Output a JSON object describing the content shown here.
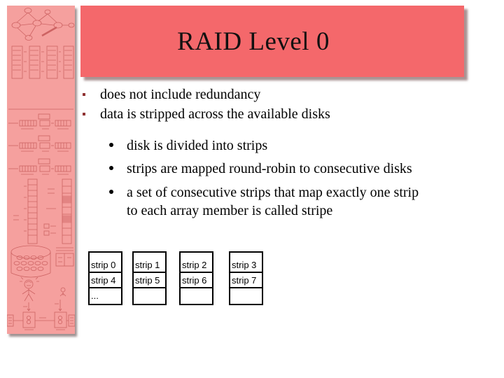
{
  "title_banner": {
    "text": "RAID Level 0"
  },
  "bullets": [
    {
      "text": "does not include redundancy"
    },
    {
      "text": "data is stripped across the available disks"
    }
  ],
  "sub_bullets": [
    {
      "lines": [
        "disk is divided into strips",
        ""
      ]
    },
    {
      "lines": [
        "strips are mapped round-robin to consecutive disks",
        ""
      ]
    },
    {
      "lines": [
        "a set of consecutive strips that map exactly one strip",
        "to each array member is called stripe"
      ]
    }
  ],
  "disks": [
    {
      "cells": [
        "strip 0",
        "strip 4",
        "..."
      ]
    },
    {
      "cells": [
        "strip 1",
        "strip 5",
        ""
      ]
    },
    {
      "cells": [
        "strip 2",
        "strip 6",
        ""
      ]
    },
    {
      "cells": [
        "strip 3",
        "strip 7",
        ""
      ]
    }
  ],
  "colors": {
    "banner_bg": "#f4686b",
    "sidebar_bg": "#f5a09e",
    "ghost_diagram": "#c45555",
    "bullet_marker": "#8f3333",
    "text": "#000000"
  }
}
